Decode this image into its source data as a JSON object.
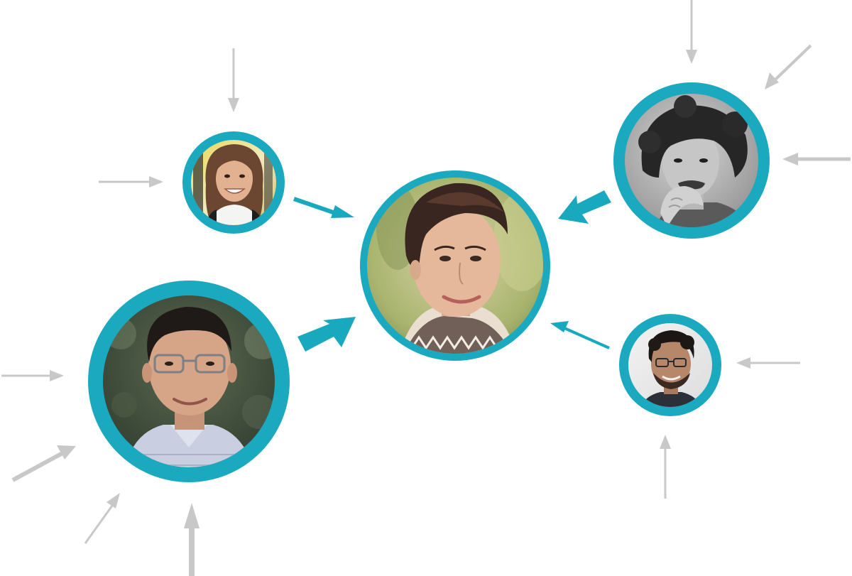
{
  "diagram": {
    "kind": "network of people with inbound arrows",
    "colors": {
      "ring": "#1aa9bf",
      "primary_arrow": "#19a9be",
      "peripheral_arrow": "#c8c8c8",
      "background": "#ffffff"
    },
    "nodes": [
      {
        "id": "center",
        "icon": "woman-short-dark-hair-portrait",
        "role": "central node"
      },
      {
        "id": "top-left",
        "icon": "woman-long-hair-smiling-portrait",
        "role": "small node"
      },
      {
        "id": "bottom-left",
        "icon": "man-glasses-shirt-portrait",
        "role": "large node"
      },
      {
        "id": "top-right",
        "icon": "man-curly-hair-bw-portrait",
        "role": "node"
      },
      {
        "id": "bottom-right",
        "icon": "man-glasses-beard-portrait",
        "role": "small node"
      }
    ],
    "arrows_to_center": [
      {
        "from": "top-left",
        "to": "center",
        "weight": "medium"
      },
      {
        "from": "bottom-left",
        "to": "center",
        "weight": "heavy"
      },
      {
        "from": "top-right",
        "to": "center",
        "weight": "heavy"
      },
      {
        "from": "bottom-right",
        "to": "center",
        "weight": "light"
      }
    ],
    "peripheral_arrows": [
      {
        "to": "top-left",
        "count": 2
      },
      {
        "to": "bottom-left",
        "count": 4
      },
      {
        "to": "top-right",
        "count": 3
      },
      {
        "to": "bottom-right",
        "count": 2
      }
    ]
  }
}
